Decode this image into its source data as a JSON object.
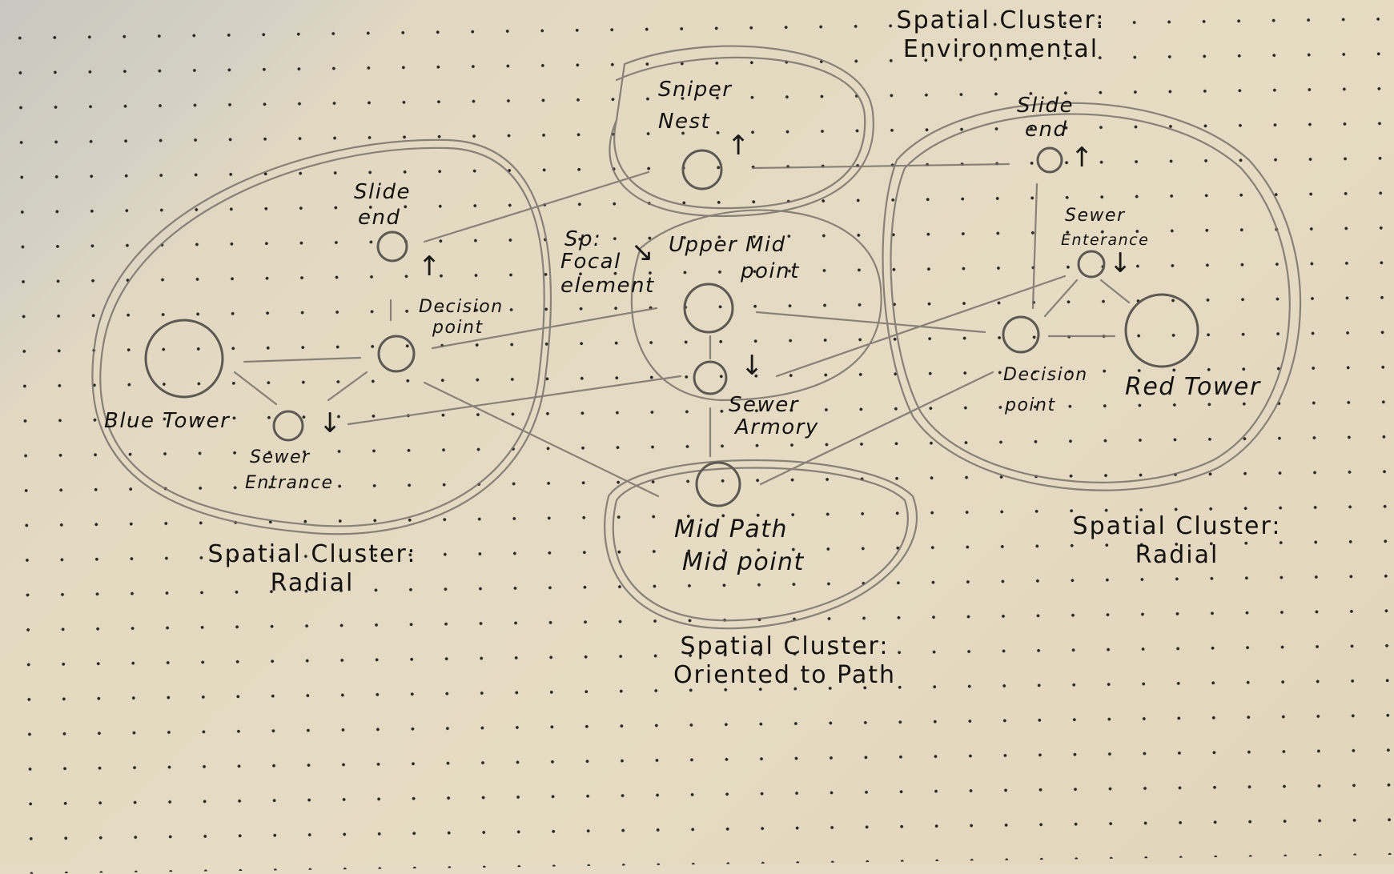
{
  "diagram": {
    "type": "hand-drawn level-design sketch on dot-grid paper",
    "clusters": [
      {
        "id": "left",
        "title": "Spatial Cluster:",
        "subtitle": "Radial"
      },
      {
        "id": "top",
        "title": "Spatial Cluster:",
        "subtitle": "Environmental"
      },
      {
        "id": "middle",
        "title": "Spatial Cluster:",
        "subtitle": "Oriented to Path"
      },
      {
        "id": "right",
        "title": "Spatial Cluster:",
        "subtitle": "Radial"
      }
    ],
    "nodes": {
      "blue_tower": {
        "label": "Blue Tower"
      },
      "left_sewer_entrance": {
        "label1": "Sewer",
        "label2": "Entrance",
        "arrow": "↓"
      },
      "left_decision_point": {
        "label1": "Decision",
        "label2": "point"
      },
      "left_slide_end": {
        "label1": "Slide",
        "label2": "end",
        "arrow": "↑"
      },
      "sniper_nest": {
        "label1": "Sniper",
        "label2": "Nest",
        "arrow": "↑"
      },
      "upper_mid_point": {
        "label1": "Upper Mid",
        "label2": "point"
      },
      "sp_focal": {
        "label1": "Sp:",
        "label2": "Focal",
        "label3": "element",
        "arrow": "↘"
      },
      "sewer_armory": {
        "label1": "Sewer",
        "label2": "Armory",
        "arrow": "↓"
      },
      "mid_path_mid_point": {
        "label1": "Mid Path",
        "label2": "Mid point"
      },
      "right_slide_end": {
        "label1": "Slide",
        "label2": "end",
        "arrow": "↑"
      },
      "right_sewer_entrance": {
        "label1": "Sewer",
        "label2": "Enterance",
        "arrow": "↓"
      },
      "right_decision_point": {
        "label1": "Decision",
        "label2": "point"
      },
      "red_tower": {
        "label": "Red Tower"
      }
    }
  },
  "colors": {
    "paper": "#e6dbc3",
    "pencil": "#6e6a63",
    "ink": "#141210",
    "dot": "#2a2622"
  }
}
